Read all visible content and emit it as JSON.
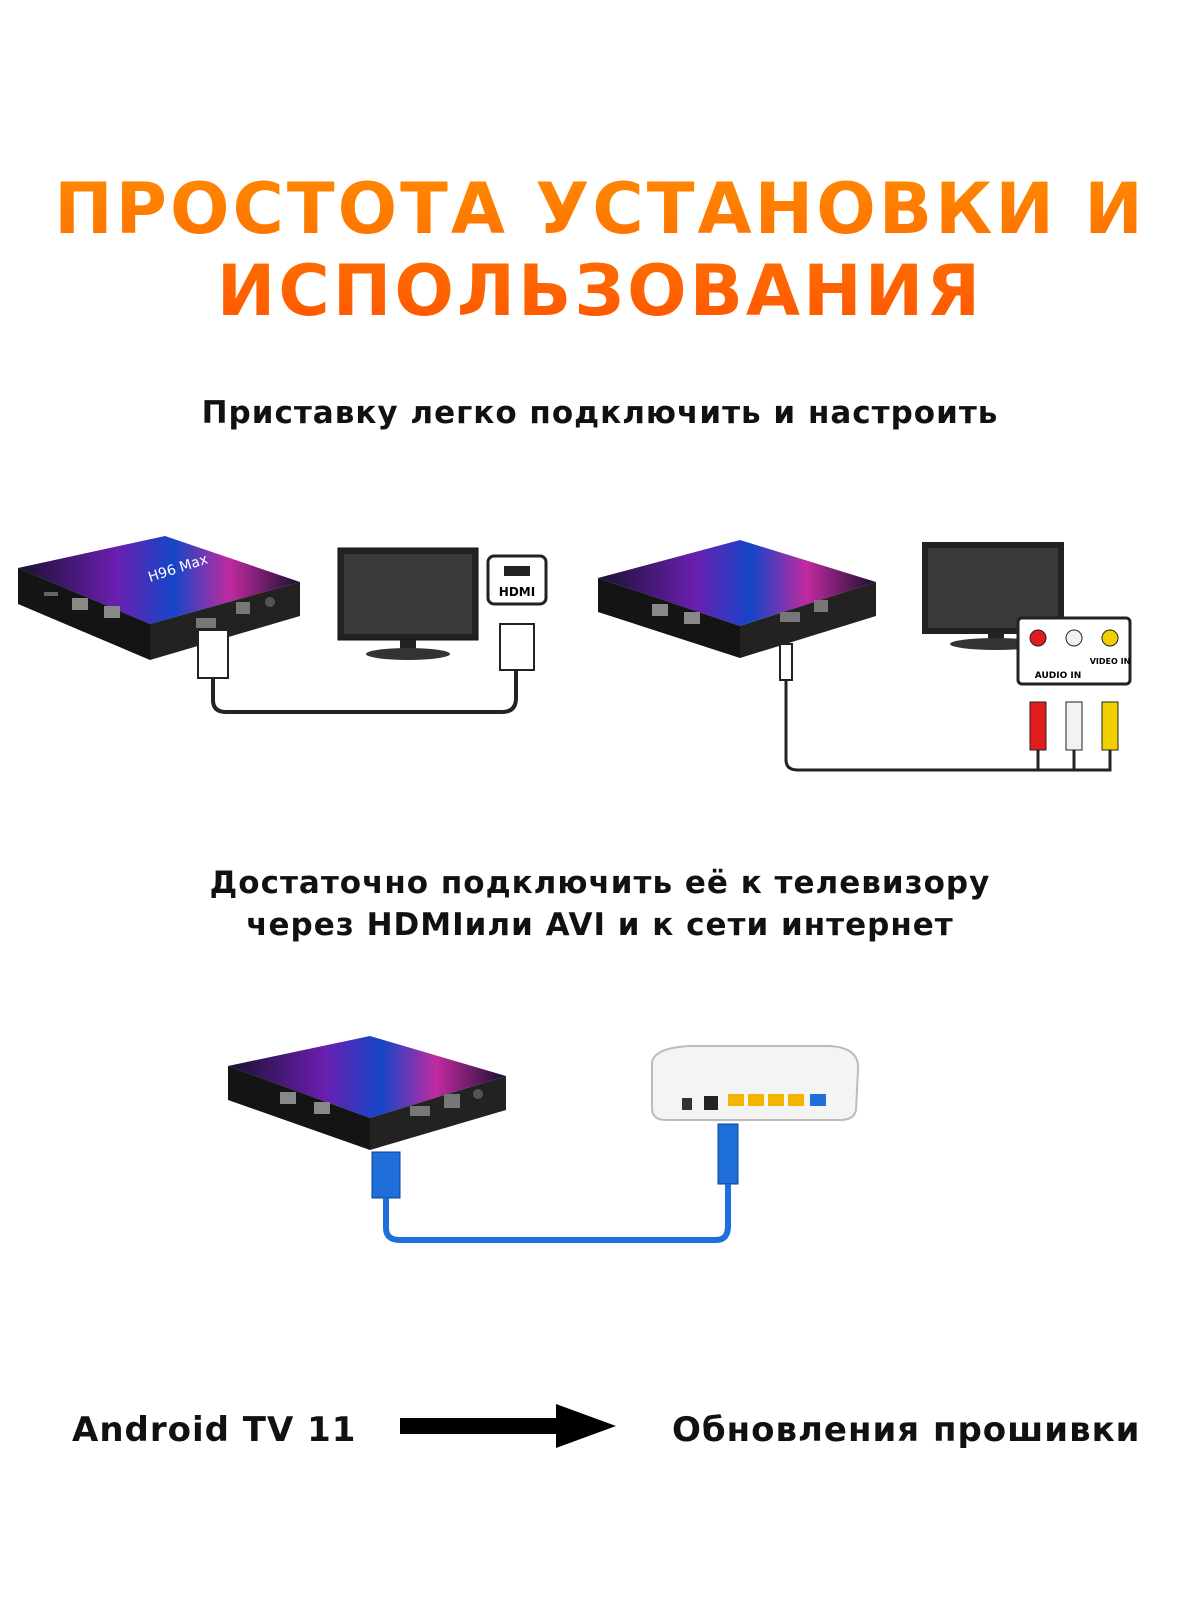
{
  "title": {
    "line1": "ПРОСТОТА УСТАНОВКИ И",
    "line2": "ИСПОЛЬЗОВАНИЯ"
  },
  "subtitle1": "Приставку легко подключить и настроить",
  "subtitle2": {
    "line1": "Достаточно подключить её к телевизору",
    "line2": "через HDMIили AVI и к сети интернет"
  },
  "diagram_labels": {
    "hdmi": "HDMI",
    "audio_in": "AUDIO IN",
    "video_in": "VIDEO IN",
    "box_brand": "H96 Max"
  },
  "bottom": {
    "left": "Android TV 11",
    "right": "Обновления прошивки"
  },
  "colors": {
    "title_orange": "#ff6d00",
    "rca_red": "#e01c1c",
    "rca_white": "#f2f2f2",
    "rca_yellow": "#f2d000",
    "lan_cable": "#1e6fd9"
  }
}
